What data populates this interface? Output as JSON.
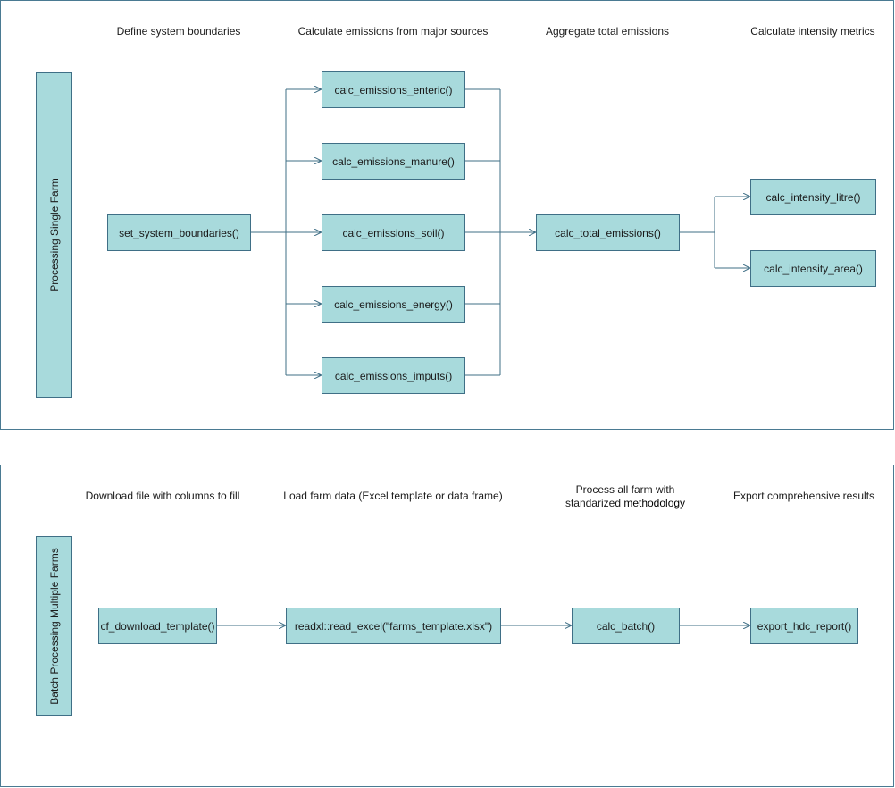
{
  "single_farm": {
    "lane_label": "Processing Single Farm",
    "headings": [
      "Define system boundaries",
      "Calculate emissions from major sources",
      "Aggregate total emissions",
      "Calculate intensity metrics"
    ],
    "nodes": {
      "boundaries": "set_system_boundaries()",
      "enteric": "calc_emissions_enteric()",
      "manure": "calc_emissions_manure()",
      "soil": "calc_emissions_soil()",
      "energy": "calc_emissions_energy()",
      "imputs": "calc_emissions_imputs()",
      "total": "calc_total_emissions()",
      "litre": "calc_intensity_litre()",
      "area": "calc_intensity_area()"
    }
  },
  "batch": {
    "lane_label": "Batch Processing Multiple Farms",
    "headings": {
      "download": "Download file with columns to fill",
      "load": "Load farm data (Excel template or data frame)",
      "process_line1": "Process all farm with",
      "process_line2a": "standarized ",
      "process_line2b": "methodology",
      "export": "Export comprehensive results"
    },
    "nodes": {
      "template": "cf_download_template()",
      "read": "readxl::read_excel(\"farms_template.xlsx\")",
      "calc_batch": "calc_batch()",
      "report": "export_hdc_report()"
    }
  },
  "colors": {
    "node_fill": "#a8dadc",
    "node_border": "#3f6f86"
  }
}
